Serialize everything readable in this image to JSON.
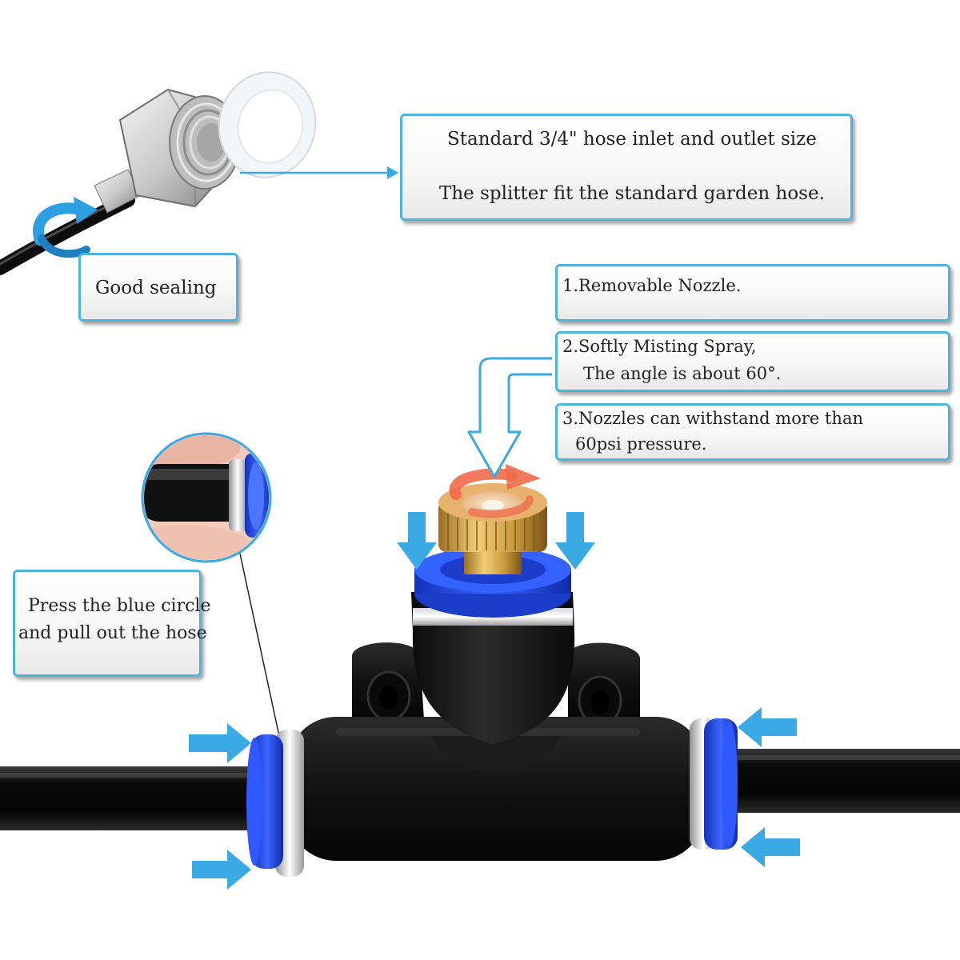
{
  "callouts": {
    "hose_size": {
      "line1": "Standard 3/4\" hose inlet and outlet size",
      "line2": "The splitter fit the standard garden hose."
    },
    "sealing": {
      "text": "Good sealing"
    },
    "nozzle_1": {
      "line1": "1.Removable Nozzle."
    },
    "nozzle_2": {
      "line1": "2.Softly Misting Spray,",
      "line2": "The angle is about 60°."
    },
    "nozzle_3": {
      "line1": "3.Nozzles can withstand more than",
      "line2": "60psi pressure."
    },
    "press": {
      "line1": "Press the blue circle",
      "line2": "and pull out the hose"
    }
  },
  "colors": {
    "callout_border": "#4fb4dc",
    "arrow_blue": "#3aa9e4",
    "fitting_blue": "#1d44d6",
    "fitting_black": "#161616",
    "brass": "#c99a3c",
    "rotation_red": "#f06a4a"
  }
}
